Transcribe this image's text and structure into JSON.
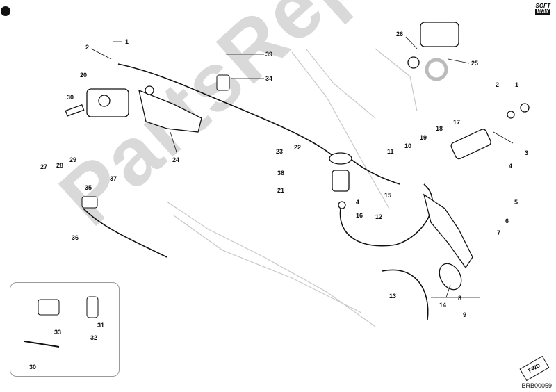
{
  "watermark": "PartsRepublik",
  "brand": {
    "line1": "SOFT",
    "line2": "WAY"
  },
  "diagram_code": "BRB00059",
  "fwd_label": "FWD",
  "callouts": [
    "1",
    "2",
    "20",
    "30",
    "27",
    "28",
    "29",
    "24",
    "37",
    "35",
    "36",
    "39",
    "34",
    "26",
    "25",
    "23",
    "22",
    "38",
    "21",
    "4",
    "16",
    "12",
    "11",
    "10",
    "15",
    "13",
    "18",
    "19",
    "17",
    "2",
    "1",
    "3",
    "4",
    "5",
    "6",
    "7",
    "8",
    "14",
    "9",
    "33",
    "31",
    "32",
    "30"
  ]
}
